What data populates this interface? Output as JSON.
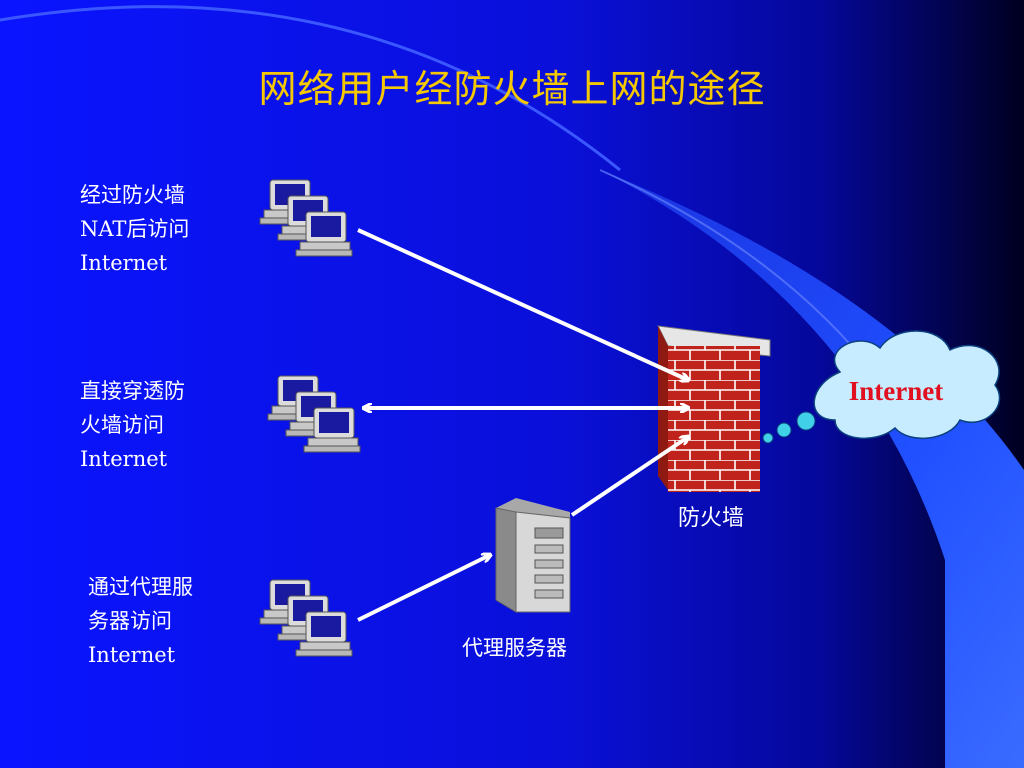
{
  "slide": {
    "title": "网络用户经防火墙上网的途径"
  },
  "groups": [
    {
      "line1": "经过防火墙",
      "line2": "NAT后访问",
      "line3": "Internet"
    },
    {
      "line1": "直接穿透防",
      "line2": "火墙访问",
      "line3": "Internet"
    },
    {
      "line1": "通过代理服",
      "line2": "务器访问",
      "line3": "Internet"
    }
  ],
  "firewall": {
    "caption": "防火墙"
  },
  "proxy": {
    "caption": "代理服务器"
  },
  "cloud": {
    "label": "Internet"
  },
  "colors": {
    "background": "#0a10e0",
    "title": "#f5c800",
    "brick": "#c0231b",
    "cloud_fill": "#c8ecff",
    "cloud_text": "#e01020",
    "arrow": "#ffffff"
  }
}
